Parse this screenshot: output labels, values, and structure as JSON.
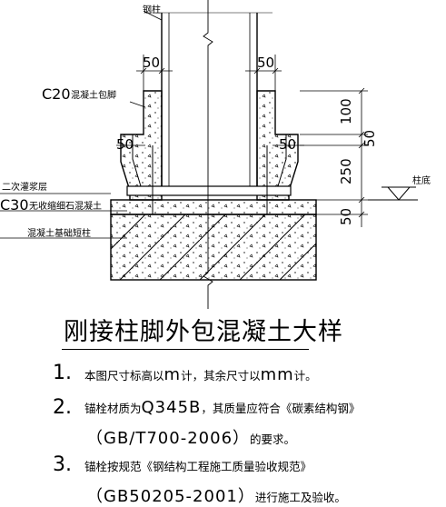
{
  "labels": {
    "steel_column": "钢柱",
    "c20": "C20",
    "c20_desc": "混凝土包脚",
    "secondary_grout": "二次灌浆层",
    "c30": "C30",
    "c30_desc": "无收缩细石混凝土",
    "foundation": "混凝土基础短柱",
    "column_base": "柱底"
  },
  "dimensions": {
    "top_left": "50",
    "top_right": "50",
    "mid_left": "50",
    "mid_right": "50",
    "v100": "100",
    "v50_top": "50",
    "v250": "250",
    "v50_bottom": "50"
  },
  "title": "刚接柱脚外包混凝土大样",
  "notes": [
    {
      "num": "1.",
      "parts": [
        {
          "t": "本图尺寸标高以",
          "big": false
        },
        {
          "t": "m",
          "big": true
        },
        {
          "t": "计，其余尺寸以",
          "big": false
        },
        {
          "t": "mm",
          "big": true
        },
        {
          "t": "计。",
          "big": false
        }
      ]
    },
    {
      "num": "2.",
      "parts": [
        {
          "t": "锚栓材质为",
          "big": false
        },
        {
          "t": "Q345B",
          "big": true
        },
        {
          "t": "，其质量应符合《碳素结构钢》",
          "big": false
        }
      ]
    },
    {
      "num": "",
      "parts": [
        {
          "t": "（GB/T700-2006）",
          "big": true
        },
        {
          "t": "的要求。",
          "big": false
        }
      ]
    },
    {
      "num": "3.",
      "parts": [
        {
          "t": "锚栓按规范《钢结构工程施工质量验收规范》",
          "big": false
        }
      ]
    },
    {
      "num": "",
      "parts": [
        {
          "t": "（GB50205-2001）",
          "big": true
        },
        {
          "t": "进行施工及验收。",
          "big": false
        }
      ]
    }
  ]
}
